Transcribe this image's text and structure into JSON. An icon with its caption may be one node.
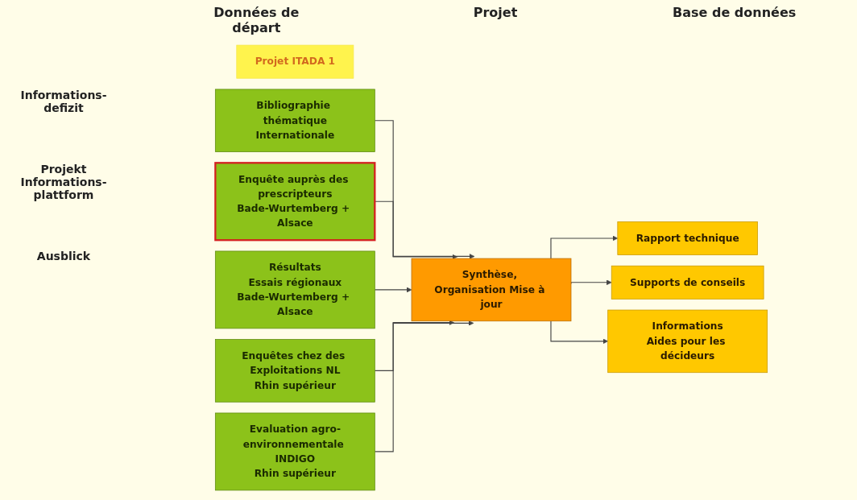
{
  "diagram": {
    "nodes": [
      {
        "text": [
          "Projet ITADA 1"
        ]
      },
      {
        "text": [
          "Bibliographie thématique",
          "Internationale"
        ]
      },
      {
        "text": [
          "Enquête auprès des prescripteurs",
          "Bade-Wurtemberg + Alsace"
        ]
      },
      {
        "text": [
          "Résultats",
          "Essais régionaux",
          "Bade-Wurtemberg + Alsace"
        ]
      },
      {
        "text": [
          "Enquêtes chez des Exploitations NL",
          "Rhin supérieur"
        ]
      },
      {
        "text": [
          "Evaluation agro-environnementale INDIGO",
          "Rhin supérieur"
        ]
      },
      {
        "text": [
          "Synthèse, Organisation Mise à jour"
        ]
      },
      {
        "text": [
          "Rapport technique"
        ]
      },
      {
        "text": [
          "Supports de conseils"
        ]
      },
      {
        "text": [
          "Informations",
          "Aides pour les décideurs"
        ]
      }
    ],
    "edges": [
      {
        "from": 1,
        "to": 6,
        "arrow": "to"
      },
      {
        "from": 2,
        "to": 6,
        "arrow": "to"
      },
      {
        "from": 3,
        "to": 6,
        "arrow": "to"
      },
      {
        "from": 4,
        "to": 6,
        "arrow": "to"
      },
      {
        "from": 5,
        "to": 6,
        "arrow": "to"
      },
      {
        "from": 6,
        "to": 7,
        "arrow": "to"
      },
      {
        "from": 6,
        "to": 8,
        "arrow": "to"
      },
      {
        "from": 6,
        "to": 9,
        "arrow": "to"
      }
    ],
    "labels": [
      "Données de départ",
      "Projet",
      "Base de données",
      "Informations-defizit",
      "Projekt Informations-plattform",
      "Ausblick"
    ]
  }
}
